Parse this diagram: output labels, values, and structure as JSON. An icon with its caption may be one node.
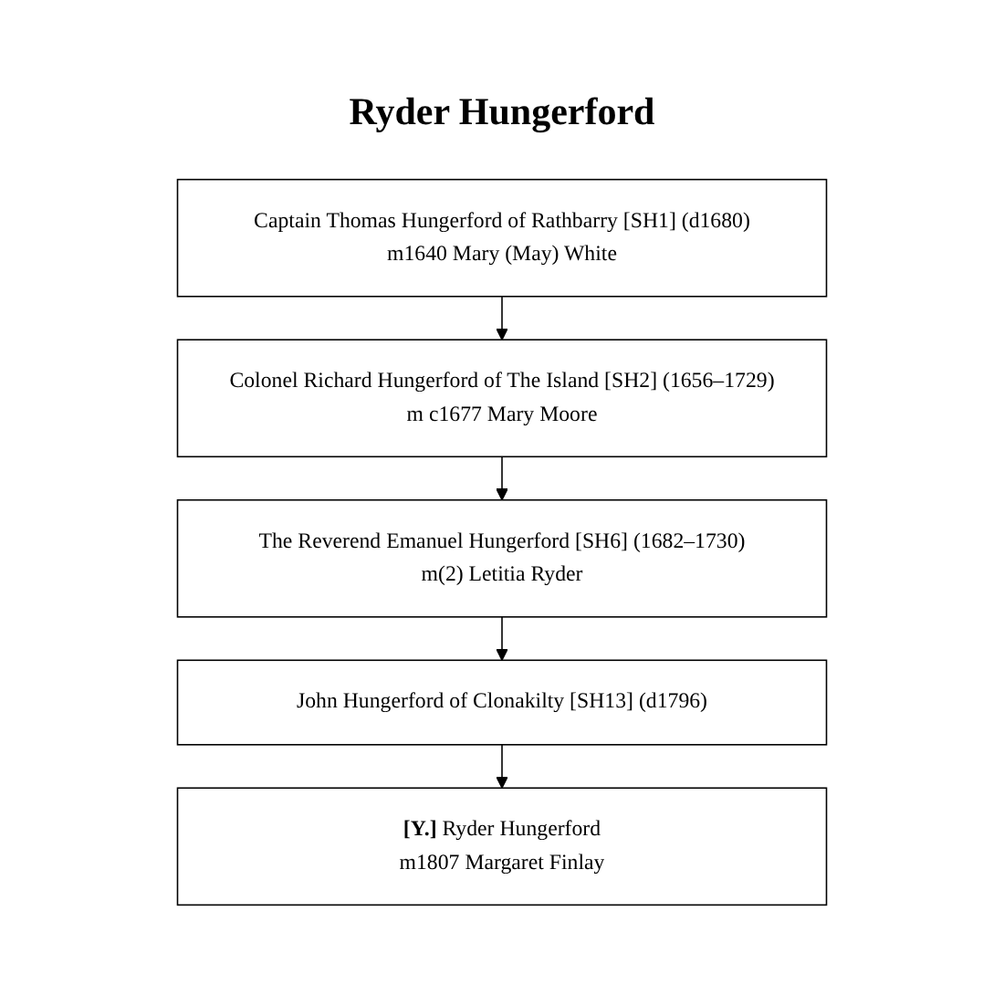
{
  "diagram": {
    "title": "Ryder Hungerford",
    "nodes": [
      {
        "text": [
          "Captain Thomas Hungerford of Rathbarry [SH1] (d1680)",
          "m1640 Mary (May) White"
        ]
      },
      {
        "text": [
          "Colonel Richard Hungerford of The Island [SH2] (1656–1729)",
          "m c1677 Mary Moore"
        ]
      },
      {
        "text": [
          "The Reverend Emanuel Hungerford [SH6] (1682–1730)",
          "m(2) Letitia Ryder"
        ]
      },
      {
        "text": [
          "John Hungerford of Clonakilty [SH13] (d1796)"
        ]
      },
      {
        "text": [
          "**[Y.]** Ryder Hungerford",
          "m1807 Margaret Finlay"
        ]
      }
    ],
    "edges": [
      {
        "from": 0,
        "to": 1,
        "arrow": "to"
      },
      {
        "from": 1,
        "to": 2,
        "arrow": "to"
      },
      {
        "from": 2,
        "to": 3,
        "arrow": "to"
      },
      {
        "from": 3,
        "to": 4,
        "arrow": "to"
      }
    ]
  }
}
